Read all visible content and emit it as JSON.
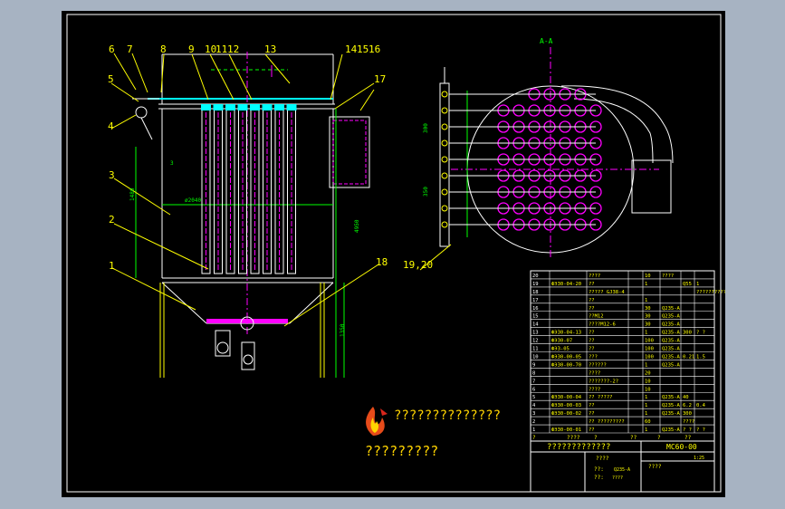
{
  "drawing": {
    "front_view": {
      "callouts": [
        "6",
        "7",
        "8",
        "9",
        "10",
        "11",
        "12",
        "13",
        "14",
        "15",
        "16",
        "17",
        "5",
        "4",
        "3",
        "2",
        "1",
        "18"
      ],
      "dims": {
        "d3": "3",
        "diameter": "ø2040",
        "h1": "1480",
        "h2": "4950",
        "h3": "1350"
      }
    },
    "section_view": {
      "title": "A-A",
      "callout": "19,20",
      "dims": {
        "d1": "300",
        "d2": "350"
      }
    }
  },
  "logo": {
    "line1": "??????????????",
    "line2": "?????????"
  },
  "bom": {
    "rows": [
      [
        "20",
        "",
        "????",
        "",
        "10",
        "????",
        "",
        ""
      ],
      [
        "19",
        "ФЭЗ0-04-20",
        "??",
        "",
        "1",
        "",
        "Q55",
        "1"
      ],
      [
        "18",
        "",
        "????? GJ38-4",
        "",
        "",
        "",
        "",
        "??????????"
      ],
      [
        "17",
        "",
        "??",
        "",
        "1",
        "",
        "",
        ""
      ],
      [
        "16",
        "",
        "??",
        "",
        "30",
        "Q235-A",
        "",
        ""
      ],
      [
        "15",
        "",
        "??M12",
        "",
        "30",
        "Q235-A",
        "",
        ""
      ],
      [
        "14",
        "",
        "????M12-6",
        "",
        "30",
        "Q235-A",
        "",
        ""
      ],
      [
        "13",
        "ФЭЗ0-04-13",
        "??",
        "",
        "1",
        "Q235-A",
        "300",
        "? ?"
      ],
      [
        "12",
        "ФЭЗ0-07",
        "??",
        "",
        "100",
        "Q235-A",
        "",
        ""
      ],
      [
        "11",
        "ФЭЗ-05",
        "??",
        "",
        "100",
        "Q235-A",
        "",
        ""
      ],
      [
        "10",
        "ФЭЗ0-00-05",
        "???",
        "",
        "100",
        "Q235-A",
        "0.21",
        "1.5"
      ],
      [
        "9",
        "ФЭЗ0-00-70",
        "?????? ",
        "",
        "1",
        "Q235-A",
        "",
        ""
      ],
      [
        "8",
        "",
        "????",
        "",
        "20",
        "",
        "",
        ""
      ],
      [
        "7",
        "",
        "???????-2?",
        "",
        "10",
        "",
        "",
        ""
      ],
      [
        "6",
        "",
        "????",
        "",
        "10",
        "",
        "",
        ""
      ],
      [
        "5",
        "ФЭЗ0-00-04",
        "?? ?????",
        "",
        "1",
        "Q235-A",
        "40",
        ""
      ],
      [
        "4",
        "ФЭЗ0-00-03",
        "??",
        "",
        "1",
        "Q235-A",
        "6.2",
        "0.4"
      ],
      [
        "3",
        "ФЭЗ0-00-02",
        "??",
        "",
        "1",
        "Q235-A",
        "300",
        ""
      ],
      [
        "2",
        "",
        "?? ?????????",
        "",
        "60",
        "",
        "????",
        ""
      ],
      [
        "1",
        "ФЭЗ0-00-01",
        "??",
        "",
        "1",
        "Q235-A",
        "? ?",
        "? ?"
      ]
    ],
    "header": {
      "c1": "?",
      "c2": "????",
      "c3": "?",
      "c4": "??",
      "c5": "?",
      "c6": "??"
    },
    "title": "?????????????",
    "drawing_no": "MC60-00",
    "signature": "????",
    "material_label": "??:",
    "material_value": "Q235-A",
    "scale": "1:25",
    "weight": "????",
    "mass_label": "??:",
    "date": "????"
  },
  "colors": {
    "line": "#ffff00",
    "magenta": "#ff00ff",
    "green": "#00ff00",
    "white": "#ffffff",
    "cyan": "#00ffff"
  }
}
